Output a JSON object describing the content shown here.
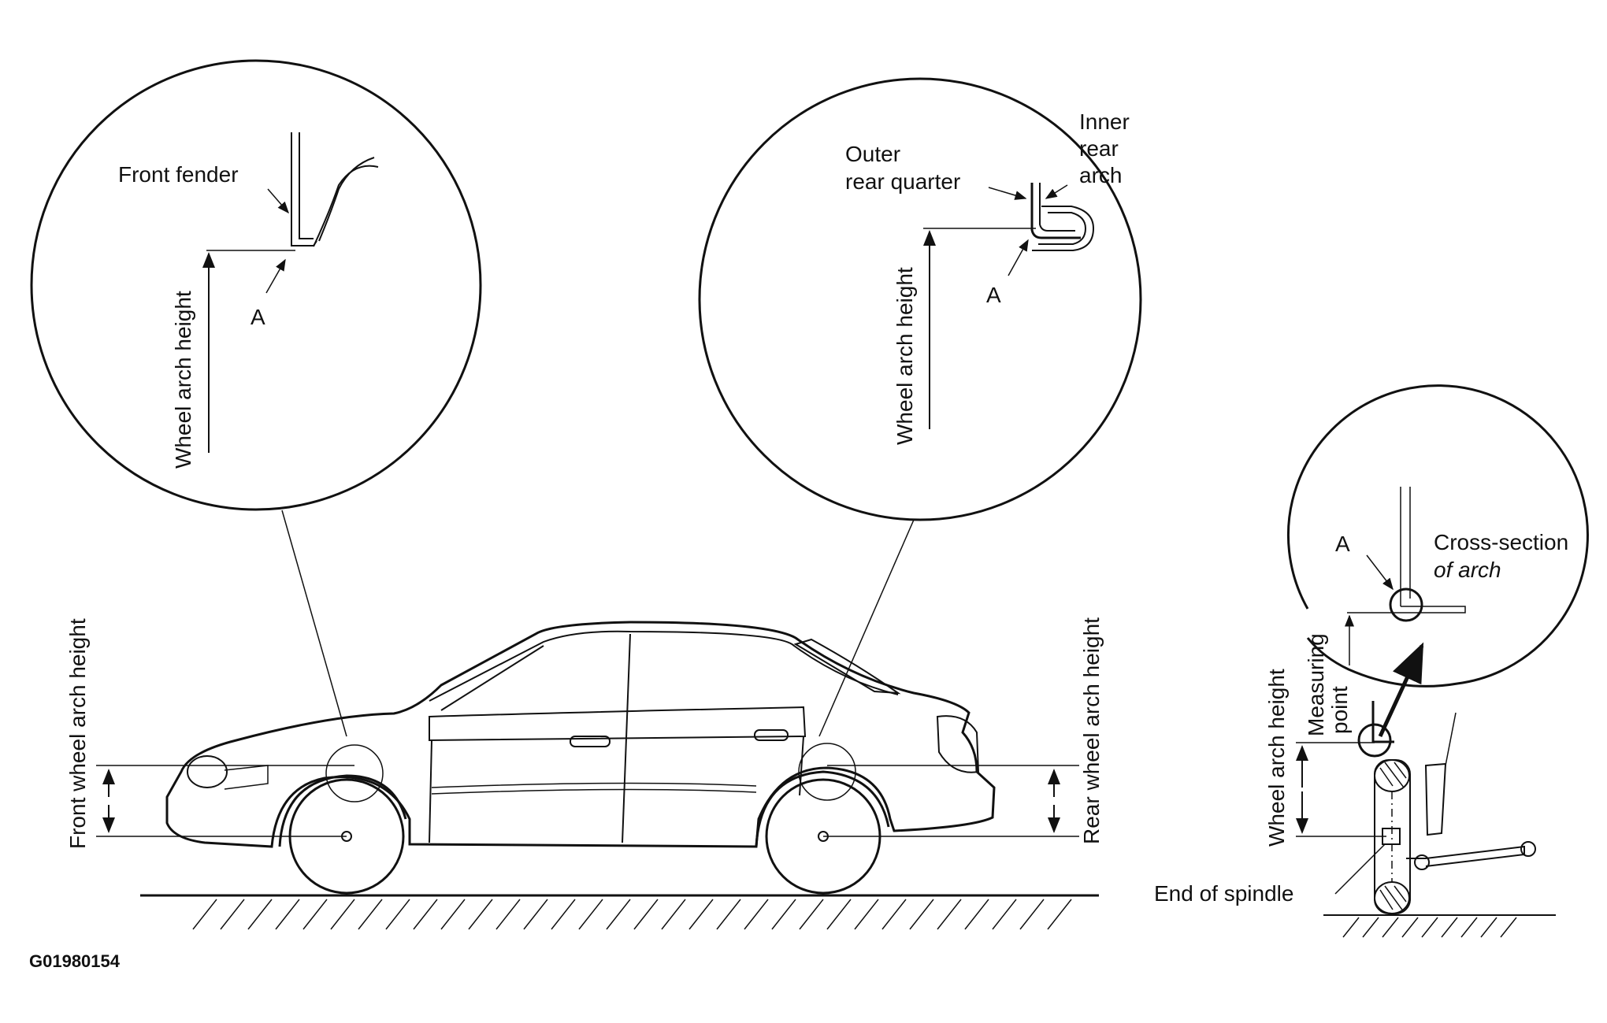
{
  "figure_id": "G01980154",
  "front_detail": {
    "front_fender": "Front fender",
    "point_a": "A",
    "wheel_arch_height": "Wheel arch height"
  },
  "rear_detail": {
    "outer_rear_quarter_line1": "Outer",
    "outer_rear_quarter_line2": "rear quarter",
    "inner_rear_arch_line1": "Inner",
    "inner_rear_arch_line2": "rear",
    "inner_rear_arch_line3": "arch",
    "point_a": "A",
    "wheel_arch_height": "Wheel arch height"
  },
  "car_view": {
    "front_wheel_arch_height": "Front wheel arch height",
    "rear_wheel_arch_height": "Rear wheel arch height"
  },
  "side_detail": {
    "point_a": "A",
    "cross_section_line1": "Cross-section",
    "cross_section_line2": "of arch",
    "measuring_point_line1": "Measuring",
    "measuring_point_line2": "point",
    "wheel_arch_height": "Wheel arch height",
    "end_of_spindle": "End of spindle"
  }
}
